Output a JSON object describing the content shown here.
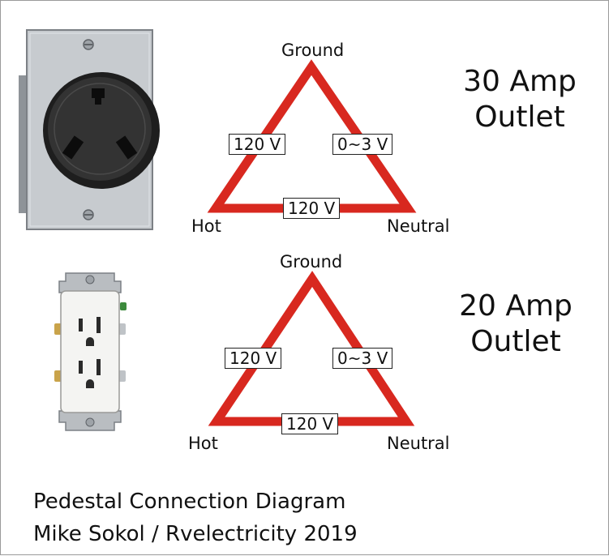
{
  "colors": {
    "triangle": "#d8281f",
    "plate": "#c7cbcf",
    "outlet_face": "#2b2b2b",
    "duplex_face": "#f4f4f2"
  },
  "outlet_30": {
    "title_line1": "30 Amp",
    "title_line2": "Outlet",
    "ground": "Ground",
    "hot": "Hot",
    "neutral": "Neutral",
    "hot_ground_voltage": "120 V",
    "neutral_ground_voltage": "0~3 V",
    "hot_neutral_voltage": "120 V"
  },
  "outlet_20": {
    "title_line1": "20 Amp",
    "title_line2": "Outlet",
    "ground": "Ground",
    "hot": "Hot",
    "neutral": "Neutral",
    "hot_ground_voltage": "120 V",
    "neutral_ground_voltage": "0~3 V",
    "hot_neutral_voltage": "120 V"
  },
  "caption": {
    "line1": "Pedestal Connection Diagram",
    "line2": "Mike Sokol / Rvelectricity 2019"
  }
}
